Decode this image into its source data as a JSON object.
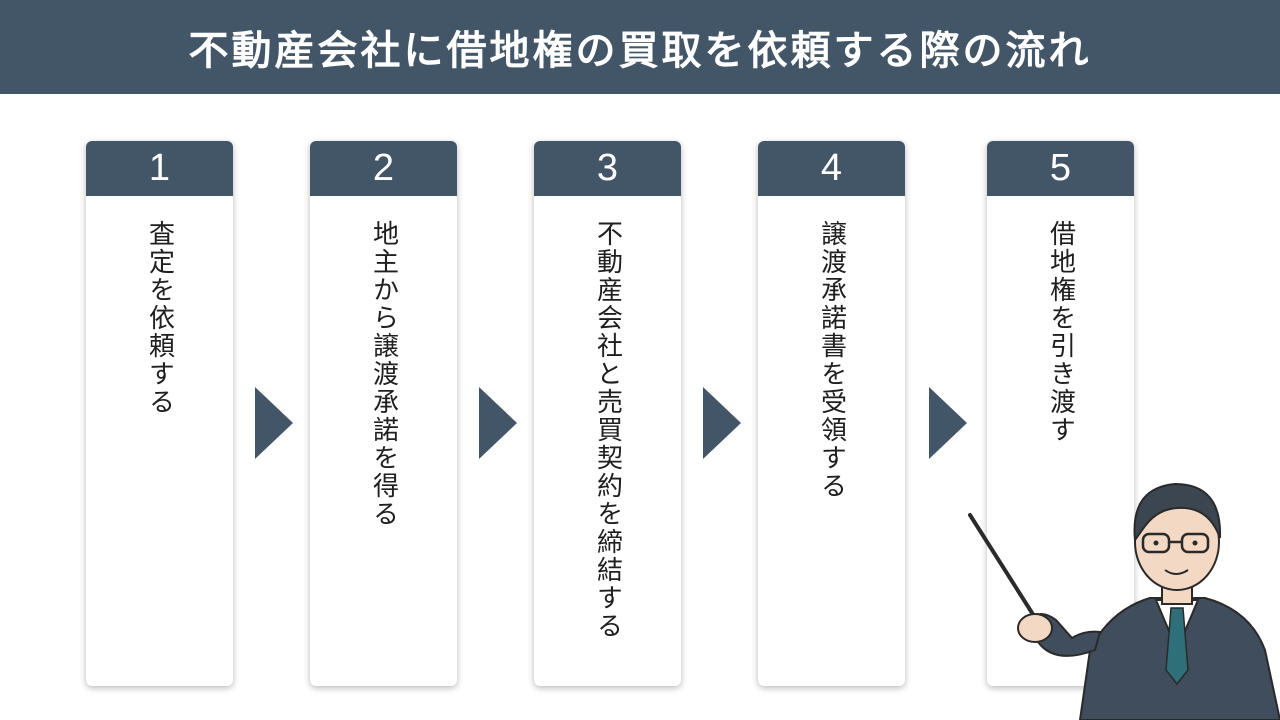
{
  "title": "不動産会社に借地権の買取を依頼する際の流れ",
  "steps": [
    {
      "number": "1",
      "text": "査定を依頼する"
    },
    {
      "number": "2",
      "text": "地主から譲渡承諾を得る"
    },
    {
      "number": "3",
      "text": "不動産会社と売買契約を締結する"
    },
    {
      "number": "4",
      "text": "譲渡承諾書を受領する"
    },
    {
      "number": "5",
      "text": "借地権を引き渡す"
    }
  ],
  "colors": {
    "header": "#435667",
    "card_bg": "#ffffff",
    "text": "#1f1f1f"
  },
  "icons": [
    "chevron-right-icon",
    "presenter-illustration"
  ]
}
